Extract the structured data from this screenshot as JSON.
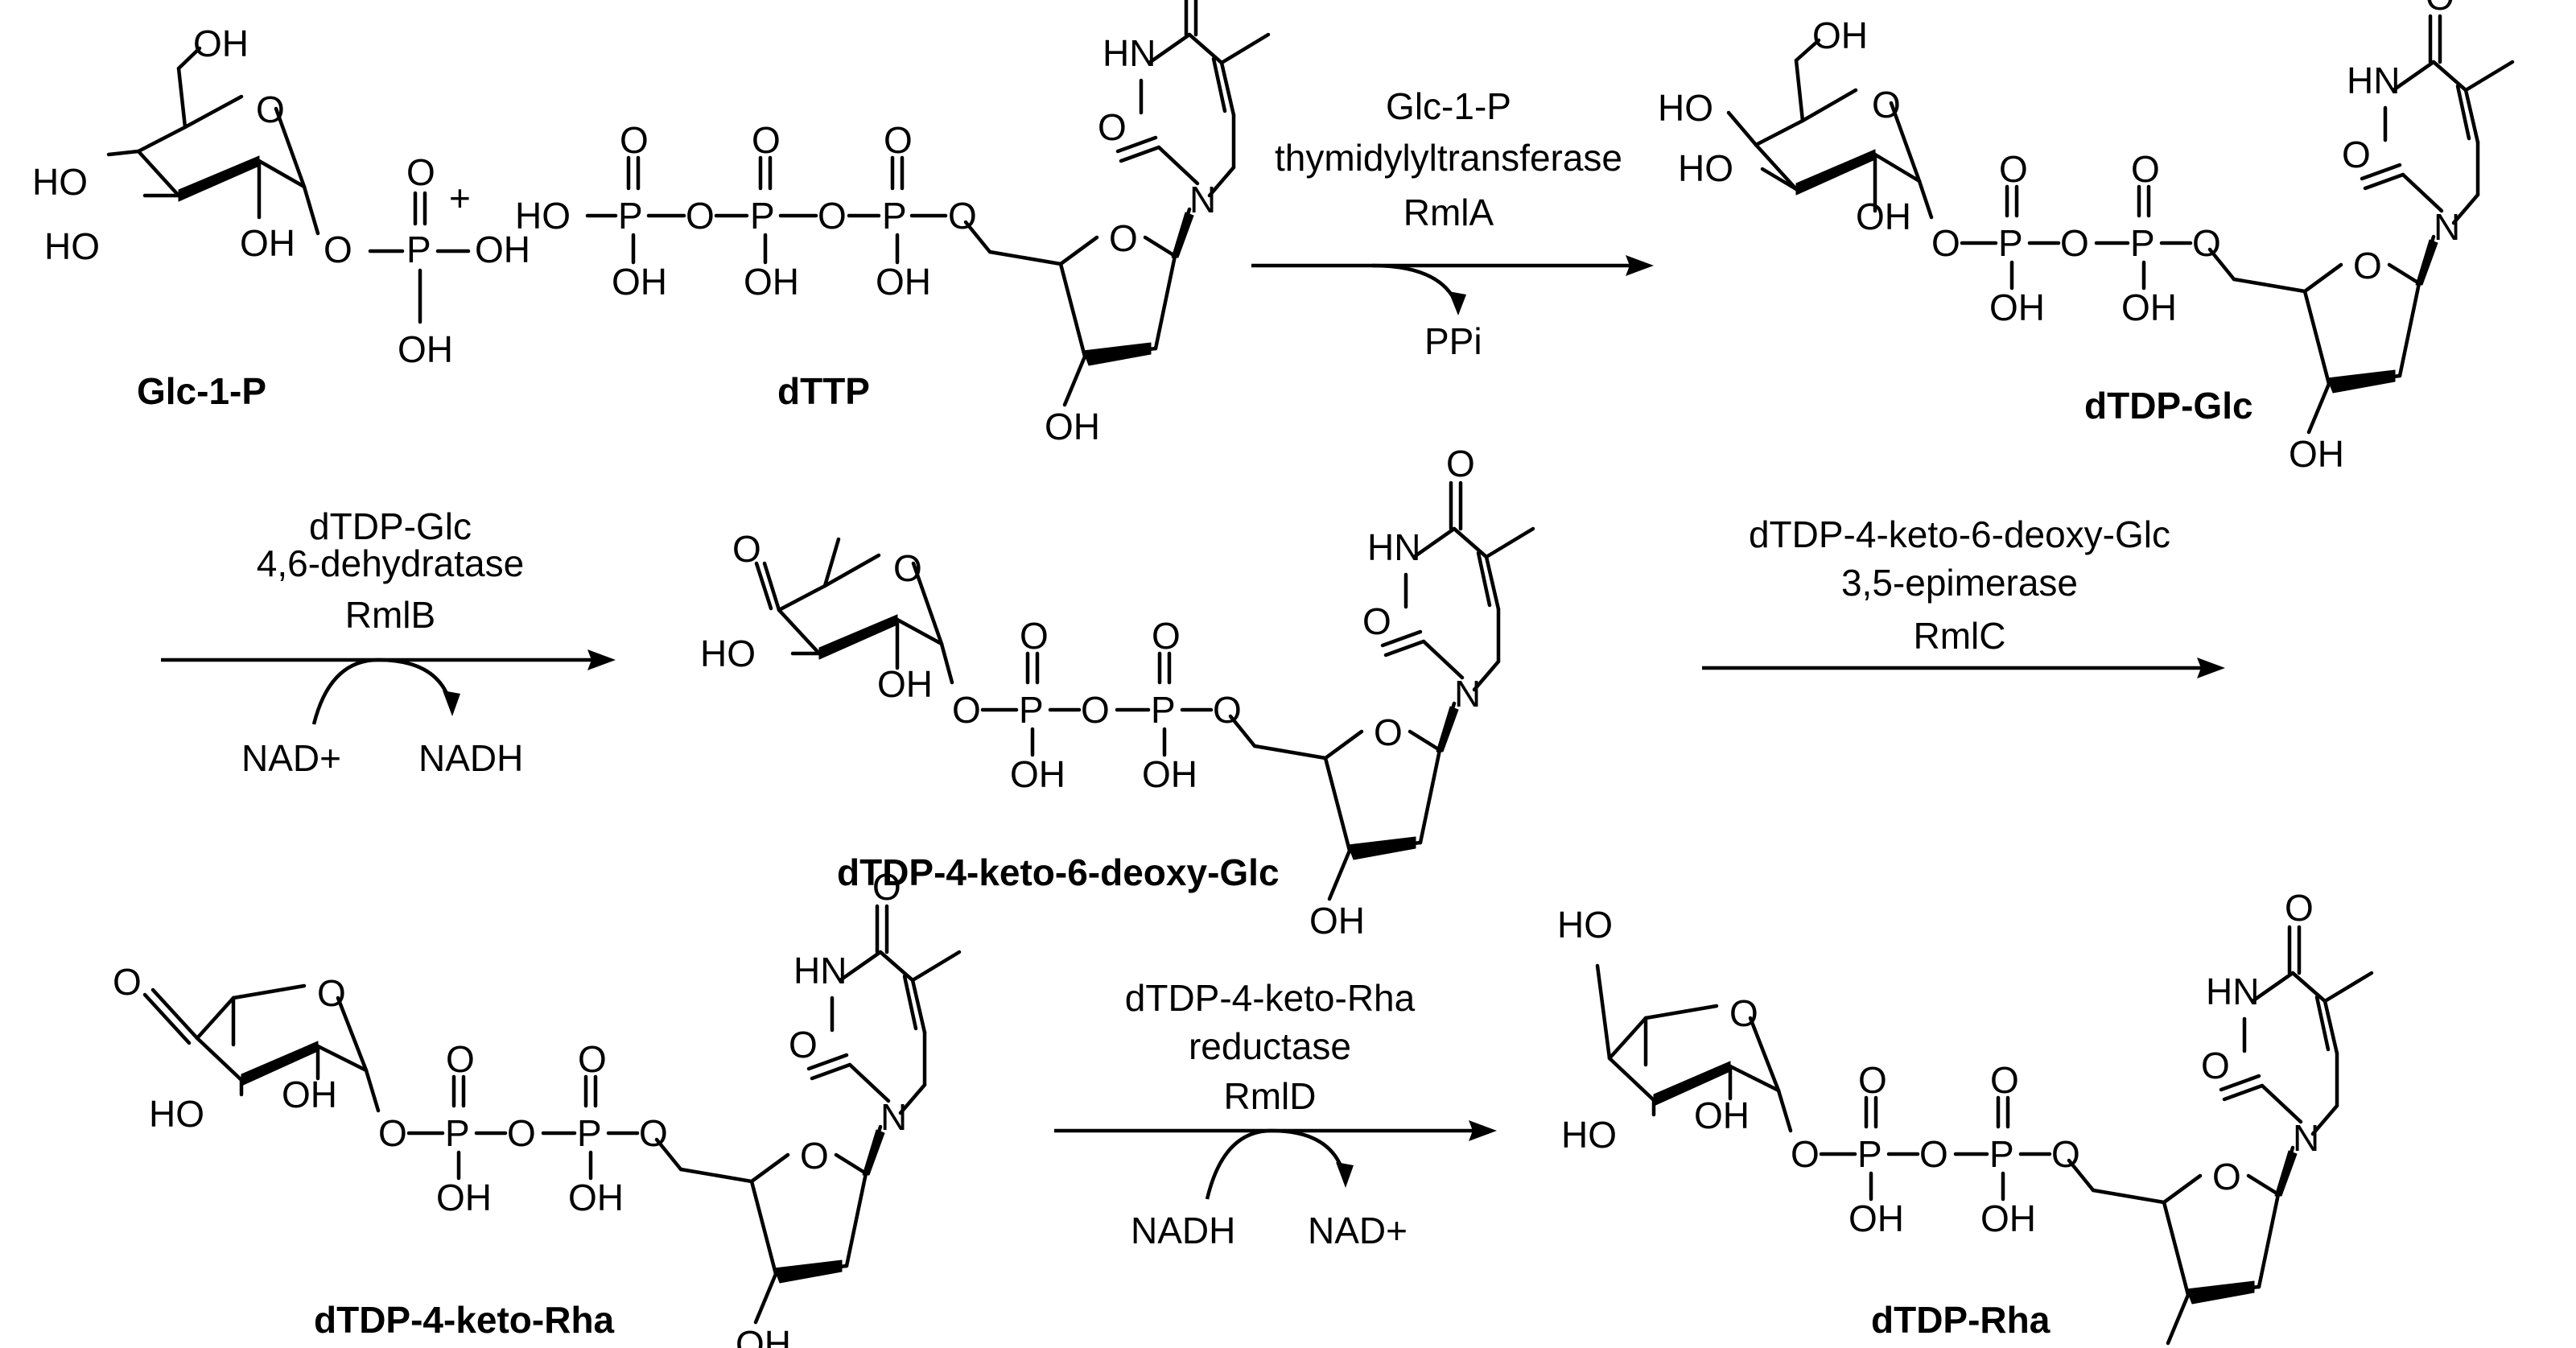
{
  "atoms": {
    "oh": "OH",
    "ho": "HO",
    "o": "O",
    "p": "P",
    "hn": "HN",
    "n": "N"
  },
  "misc": {
    "plus": "+"
  },
  "compounds": {
    "glc1p": "Glc-1-P",
    "dttp": "dTTP",
    "dtdp_glc": "dTDP-Glc",
    "dtdp_keto_deoxy_glc": "dTDP-4-keto-6-deoxy-Glc",
    "dtdp_keto_rha": "dTDP-4-keto-Rha",
    "dtdp_rha": "dTDP-Rha"
  },
  "steps": [
    {
      "lines": [
        "Glc-1-P",
        "thymidylyltransferase",
        "RmlA"
      ],
      "byproduct": "PPi"
    },
    {
      "lines": [
        "dTDP-Glc",
        "4,6-dehydratase",
        "RmlB"
      ],
      "cofactor_in": "NAD+",
      "cofactor_out": "NADH"
    },
    {
      "lines": [
        "dTDP-4-keto-6-deoxy-Glc",
        "3,5-epimerase",
        "RmlC"
      ]
    },
    {
      "lines": [
        "dTDP-4-keto-Rha",
        "reductase",
        "RmlD"
      ],
      "cofactor_in": "NADH",
      "cofactor_out": "NAD+"
    }
  ]
}
